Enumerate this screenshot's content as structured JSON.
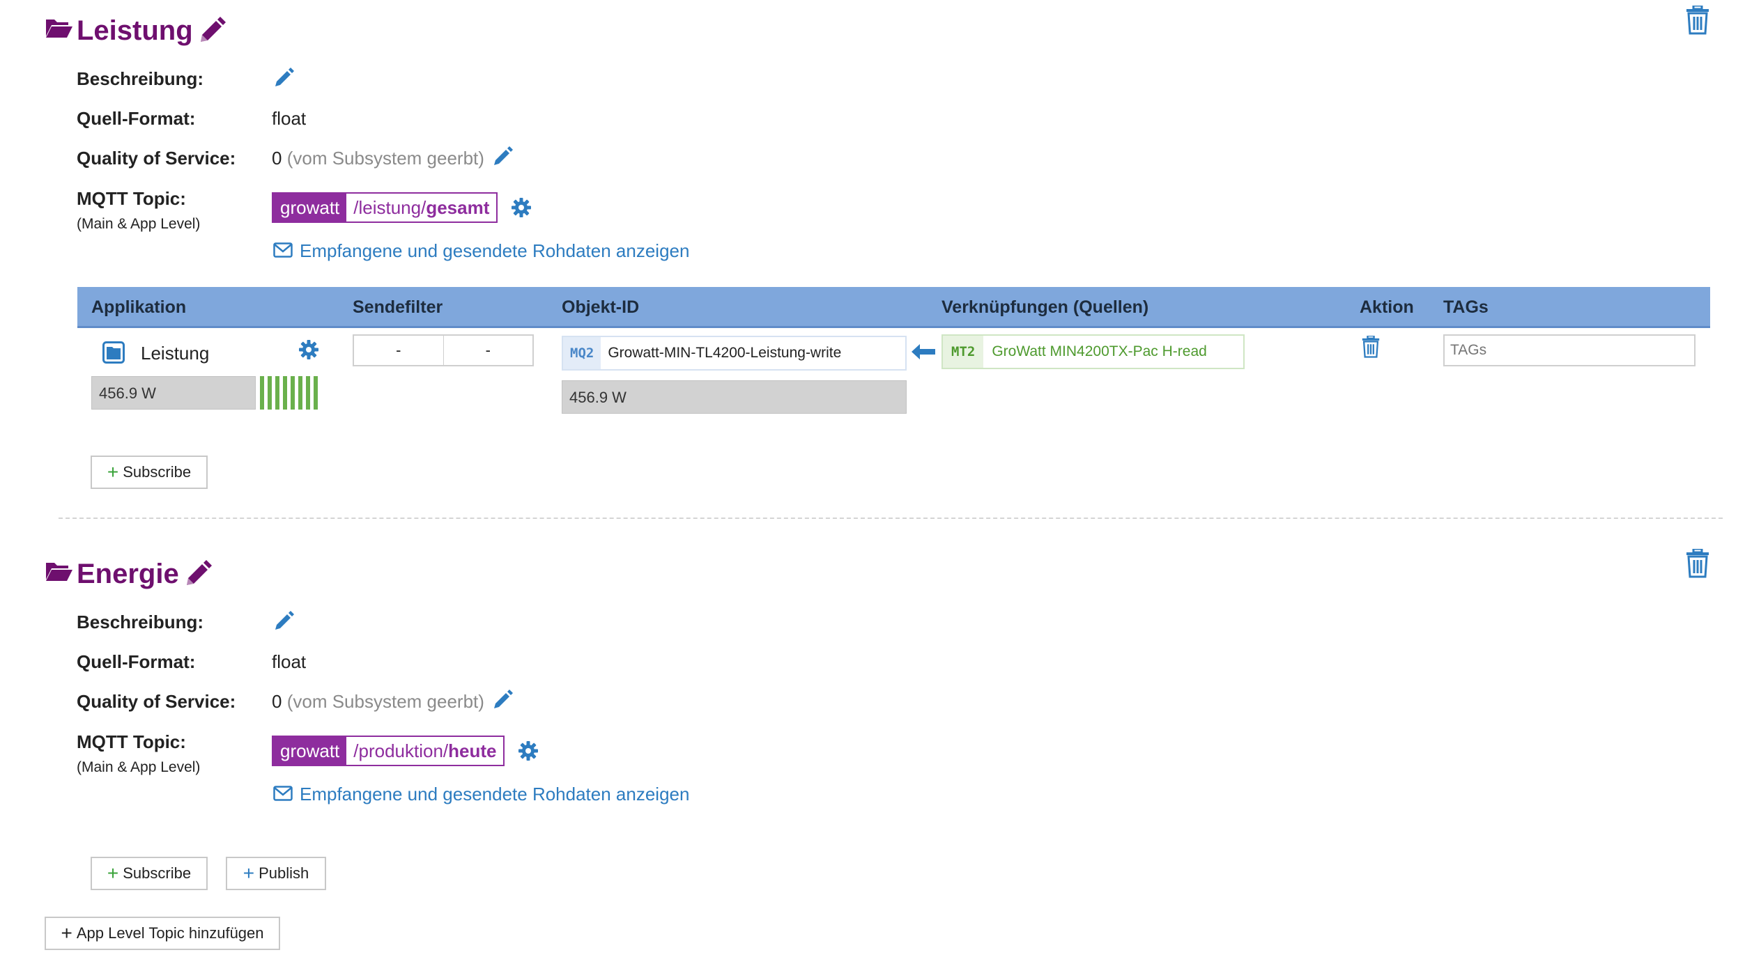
{
  "sections": [
    {
      "title": "Leistung",
      "fields": {
        "beschreibung_label": "Beschreibung:",
        "quell_format_label": "Quell-Format:",
        "quell_format_value": "float",
        "qos_label": "Quality of Service:",
        "qos_value": "0",
        "qos_note": "(vom Subsystem geerbt)",
        "mqtt_label": "MQTT Topic:",
        "mqtt_sublabel": "(Main & App Level)"
      },
      "topic": {
        "system": "growatt",
        "path_prefix": "/leistung/",
        "path_leaf": "gesamt"
      },
      "raw_data_link": "Empfangene und gesendete Rohdaten anzeigen",
      "table": {
        "headers": [
          "Applikation",
          "Sendefilter",
          "Objekt-ID",
          "Verknüpfungen (Quellen)",
          "Aktion",
          "TAGs"
        ],
        "row": {
          "app_name": "Leistung",
          "app_value": "456.9 W",
          "filter_left": "-",
          "filter_right": "-",
          "object_badge": "MQ2",
          "object_id": "Growatt-MIN-TL4200-Leistung-write",
          "object_value": "456.9 W",
          "link_badge": "MT2",
          "link_name": "GroWatt MIN4200TX-Pac H-read",
          "tags_placeholder": "TAGs"
        }
      },
      "buttons": {
        "subscribe": "Subscribe"
      }
    },
    {
      "title": "Energie",
      "fields": {
        "beschreibung_label": "Beschreibung:",
        "quell_format_label": "Quell-Format:",
        "quell_format_value": "float",
        "qos_label": "Quality of Service:",
        "qos_value": "0",
        "qos_note": "(vom Subsystem geerbt)",
        "mqtt_label": "MQTT Topic:",
        "mqtt_sublabel": "(Main & App Level)"
      },
      "topic": {
        "system": "growatt",
        "path_prefix": "/produktion/",
        "path_leaf": "heute"
      },
      "raw_data_link": "Empfangene und gesendete Rohdaten anzeigen",
      "buttons": {
        "subscribe": "Subscribe",
        "publish": "Publish"
      }
    }
  ],
  "footer": {
    "add_topic": "App Level Topic hinzufügen"
  },
  "colors": {
    "accent": "#6e0f6e",
    "topic": "#8e2d9e",
    "link": "#2d7cc0",
    "table_header": "#7fa7dc",
    "signal": "#6ab04c"
  },
  "icons": [
    "folder-open-icon",
    "pencil-icon",
    "trash-icon",
    "gear-icon",
    "envelope-icon",
    "arrow-left-icon",
    "plus-icon",
    "app-icon"
  ]
}
